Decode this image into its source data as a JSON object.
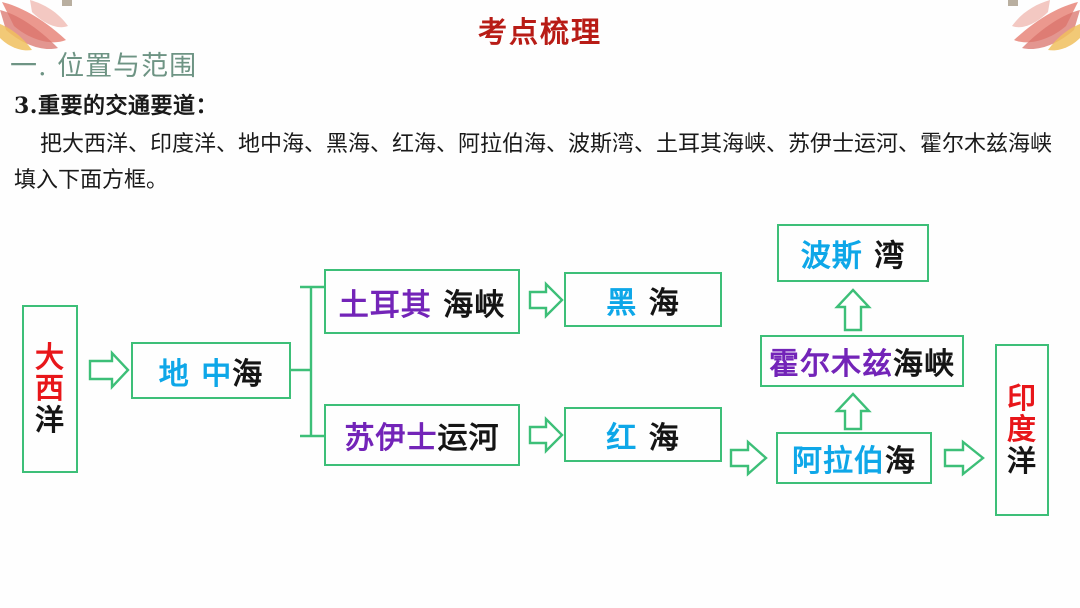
{
  "header": {
    "title": "考点梳理",
    "section": "一. 位置与范围"
  },
  "content": {
    "subheading": "3.重要的交通要道：",
    "paragraph": "把大西洋、印度洋、地中海、黑海、红海、阿拉伯海、波斯湾、土耳其海峡、苏伊士运河、霍尔木兹海峡填入下面方框。"
  },
  "colors": {
    "title_red": "#B81C16",
    "section_green": "#6E9484",
    "box_border_green": "#3DBF78",
    "arrow_green": "#3DBF78",
    "highlight_red": "#E8161A",
    "highlight_cyan": "#0EA7E8",
    "highlight_purple": "#7324B8",
    "plain_black": "#151515"
  },
  "diagram": {
    "nodes": [
      {
        "id": "atlantic",
        "orientation": "vertical",
        "lines": [
          {
            "text": "大",
            "color": "red"
          },
          {
            "text": "西",
            "color": "red"
          },
          {
            "text": "洋",
            "color": "black"
          }
        ],
        "full_text": "大西洋"
      },
      {
        "id": "mediterranean",
        "orientation": "horizontal",
        "segments": [
          {
            "text": "地 中",
            "color": "cyan"
          },
          {
            "text": "海",
            "color": "black"
          }
        ],
        "full_text": "地中海"
      },
      {
        "id": "turkish-strait",
        "orientation": "horizontal",
        "segments": [
          {
            "text": "土耳其",
            "color": "purple"
          },
          {
            "text": " 海峡",
            "color": "black"
          }
        ],
        "full_text": "土耳其海峡"
      },
      {
        "id": "black-sea",
        "orientation": "horizontal",
        "segments": [
          {
            "text": "黑",
            "color": "cyan"
          },
          {
            "text": " 海",
            "color": "black"
          }
        ],
        "full_text": "黑海"
      },
      {
        "id": "suez-canal",
        "orientation": "horizontal",
        "segments": [
          {
            "text": "苏伊士",
            "color": "purple"
          },
          {
            "text": "运河",
            "color": "black"
          }
        ],
        "full_text": "苏伊士运河"
      },
      {
        "id": "red-sea",
        "orientation": "horizontal",
        "segments": [
          {
            "text": "红",
            "color": "cyan"
          },
          {
            "text": " 海",
            "color": "black"
          }
        ],
        "full_text": "红海"
      },
      {
        "id": "persian-gulf",
        "orientation": "horizontal",
        "segments": [
          {
            "text": "波斯",
            "color": "cyan"
          },
          {
            "text": " 湾",
            "color": "black"
          }
        ],
        "full_text": "波斯湾"
      },
      {
        "id": "hormuz-strait",
        "orientation": "horizontal",
        "segments": [
          {
            "text": "霍尔木兹",
            "color": "purple"
          },
          {
            "text": "海峡",
            "color": "black"
          }
        ],
        "full_text": "霍尔木兹海峡"
      },
      {
        "id": "arabian-sea",
        "orientation": "horizontal",
        "segments": [
          {
            "text": "阿拉伯",
            "color": "cyan"
          },
          {
            "text": "海",
            "color": "black"
          }
        ],
        "full_text": "阿拉伯海"
      },
      {
        "id": "indian-ocean",
        "orientation": "vertical",
        "lines": [
          {
            "text": "印",
            "color": "red"
          },
          {
            "text": "度",
            "color": "red"
          },
          {
            "text": "洋",
            "color": "black"
          }
        ],
        "full_text": "印度洋"
      }
    ],
    "edges": [
      {
        "from": "atlantic",
        "to": "mediterranean",
        "style": "arrow-right"
      },
      {
        "from": "mediterranean",
        "to": "turkish-strait",
        "style": "branch"
      },
      {
        "from": "mediterranean",
        "to": "suez-canal",
        "style": "branch"
      },
      {
        "from": "turkish-strait",
        "to": "black-sea",
        "style": "arrow-right"
      },
      {
        "from": "suez-canal",
        "to": "red-sea",
        "style": "arrow-right"
      },
      {
        "from": "red-sea",
        "to": "arabian-sea",
        "style": "arrow-right"
      },
      {
        "from": "arabian-sea",
        "to": "hormuz-strait",
        "style": "arrow-up"
      },
      {
        "from": "hormuz-strait",
        "to": "persian-gulf",
        "style": "arrow-up"
      },
      {
        "from": "arabian-sea",
        "to": "indian-ocean",
        "style": "arrow-right"
      }
    ]
  }
}
